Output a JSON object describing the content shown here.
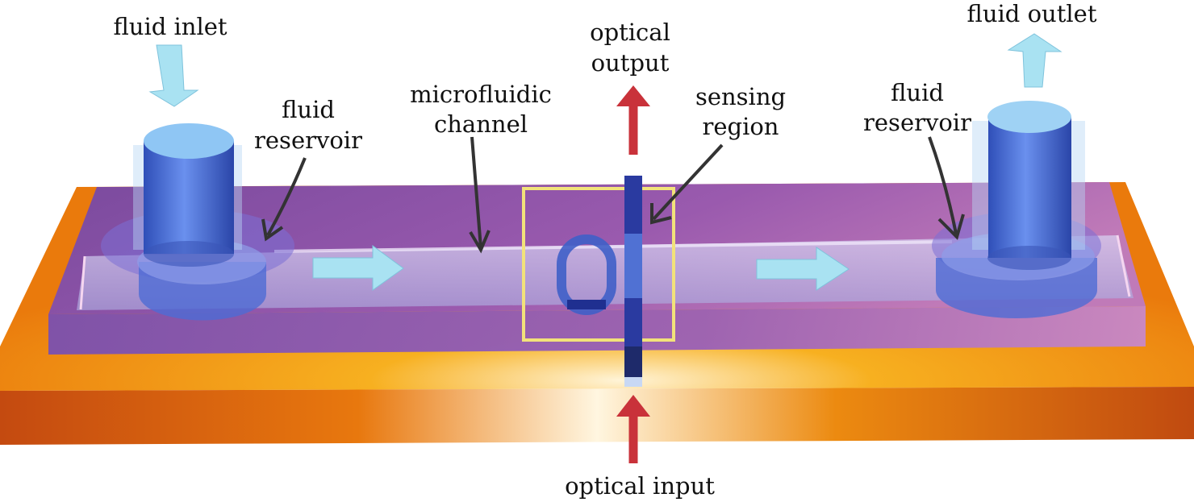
{
  "labels": {
    "fluid_inlet": "fluid inlet",
    "fluid_outlet": "fluid outlet",
    "optical_output_line1": "optical",
    "optical_output_line2": "output",
    "optical_input": "optical input",
    "microfluidic_line1": "microfluidic",
    "microfluidic_line2": "channel",
    "sensing_line1": "sensing",
    "sensing_line2": "region",
    "reservoir_left_line1": "fluid",
    "reservoir_left_line2": "reservoir",
    "reservoir_right_line1": "fluid",
    "reservoir_right_line2": "reservoir"
  },
  "colors": {
    "substrate_orange": "#f08a12",
    "substrate_dark": "#c44e0e",
    "chip_purple": "#8a4fa8",
    "chip_pink": "#c07ab8",
    "channel": "#b9b2e0",
    "reservoir_blue": "#4f6fd8",
    "waveguide": "#2a3aa0",
    "sensing_box": "#f2e27a",
    "optical_arrow": "#c9323a",
    "fluid_arrow": "#a9e2f2"
  }
}
